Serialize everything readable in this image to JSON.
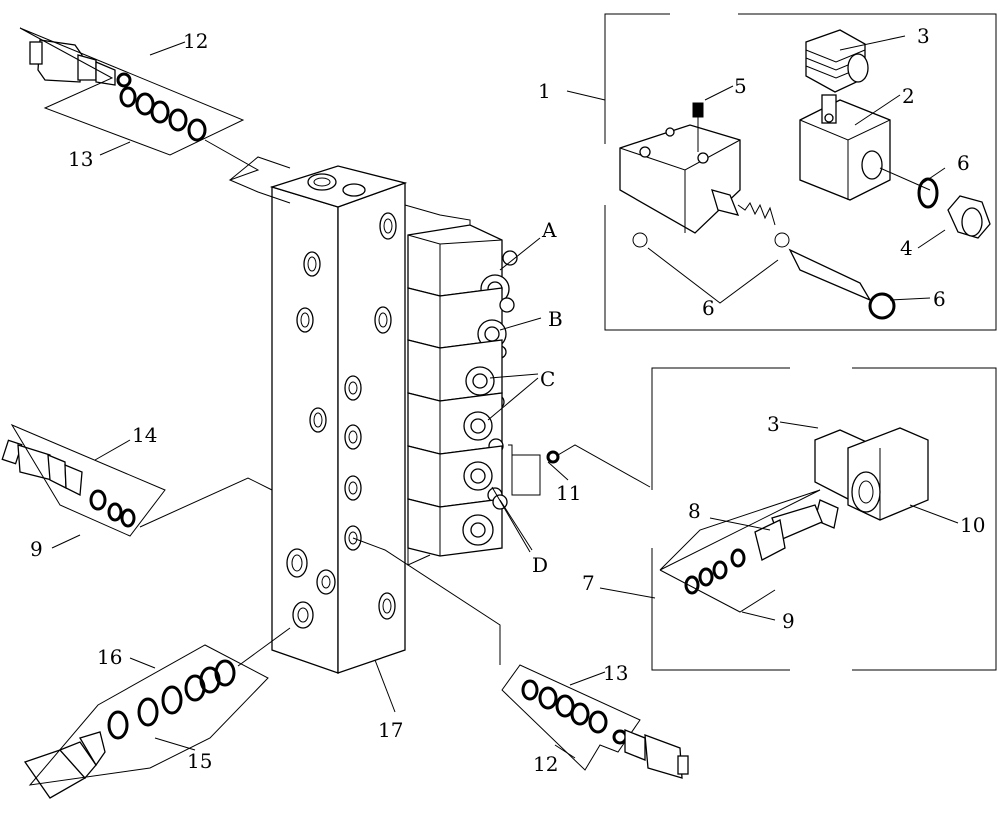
{
  "labels": {
    "n1": "1",
    "n2": "2",
    "n3a": "3",
    "n3b": "3",
    "n4": "4",
    "n5": "5",
    "n6a": "6",
    "n6b": "6",
    "n6c": "6",
    "n7": "7",
    "n8": "8",
    "n9a": "9",
    "n9b": "9",
    "n10": "10",
    "n11": "11",
    "n12a": "12",
    "n12b": "12",
    "n13a": "13",
    "n13b": "13",
    "n14": "14",
    "n15": "15",
    "n16": "16",
    "n17": "17",
    "A": "A",
    "B": "B",
    "C": "C",
    "D": "D"
  }
}
